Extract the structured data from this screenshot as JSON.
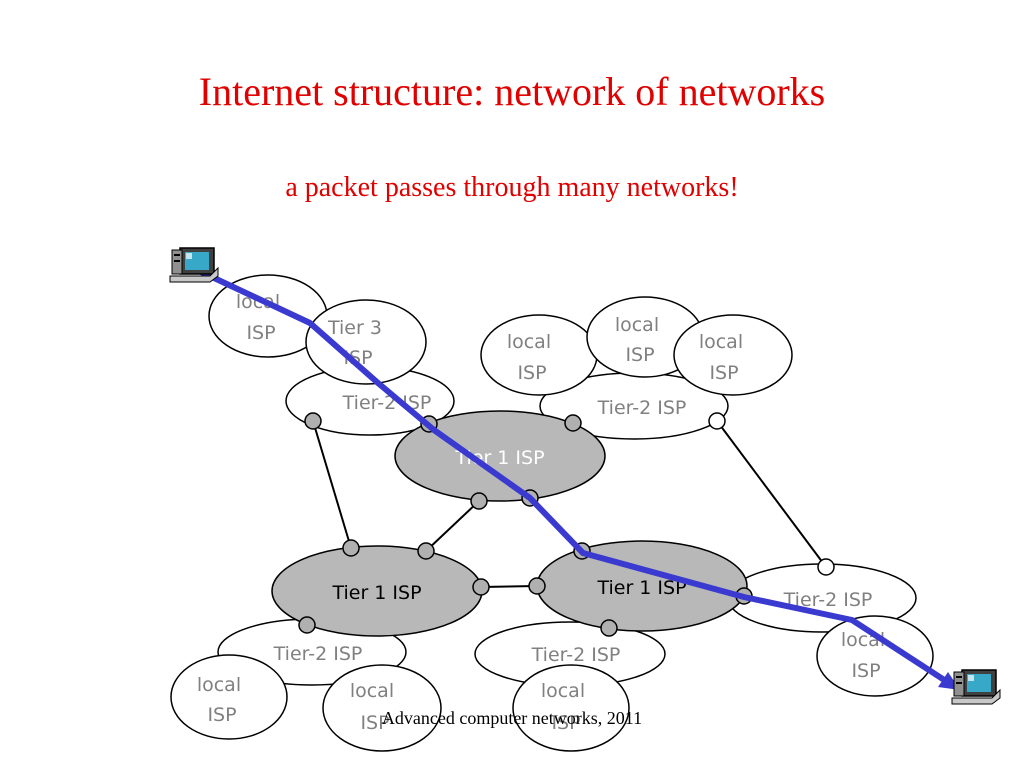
{
  "slide": {
    "title": "Internet structure: network of networks",
    "subtitle": "a packet passes through many networks!",
    "footer": "Advanced computer networks, 2011"
  },
  "colors": {
    "title": "#e00000",
    "path": "#3a3ad0",
    "tier1_fill": "#b8b8b8",
    "label_gray": "#808080",
    "node_fill": "#b0b0b0",
    "line": "#000000"
  },
  "labels": {
    "local_isp": [
      "local",
      "ISP"
    ],
    "tier3_isp": [
      "Tier 3",
      "ISP"
    ],
    "tier2_isp": "Tier-2 ISP",
    "tier1_isp": "Tier 1 ISP"
  },
  "icons": {
    "source": "computer-icon",
    "destination": "computer-icon"
  }
}
